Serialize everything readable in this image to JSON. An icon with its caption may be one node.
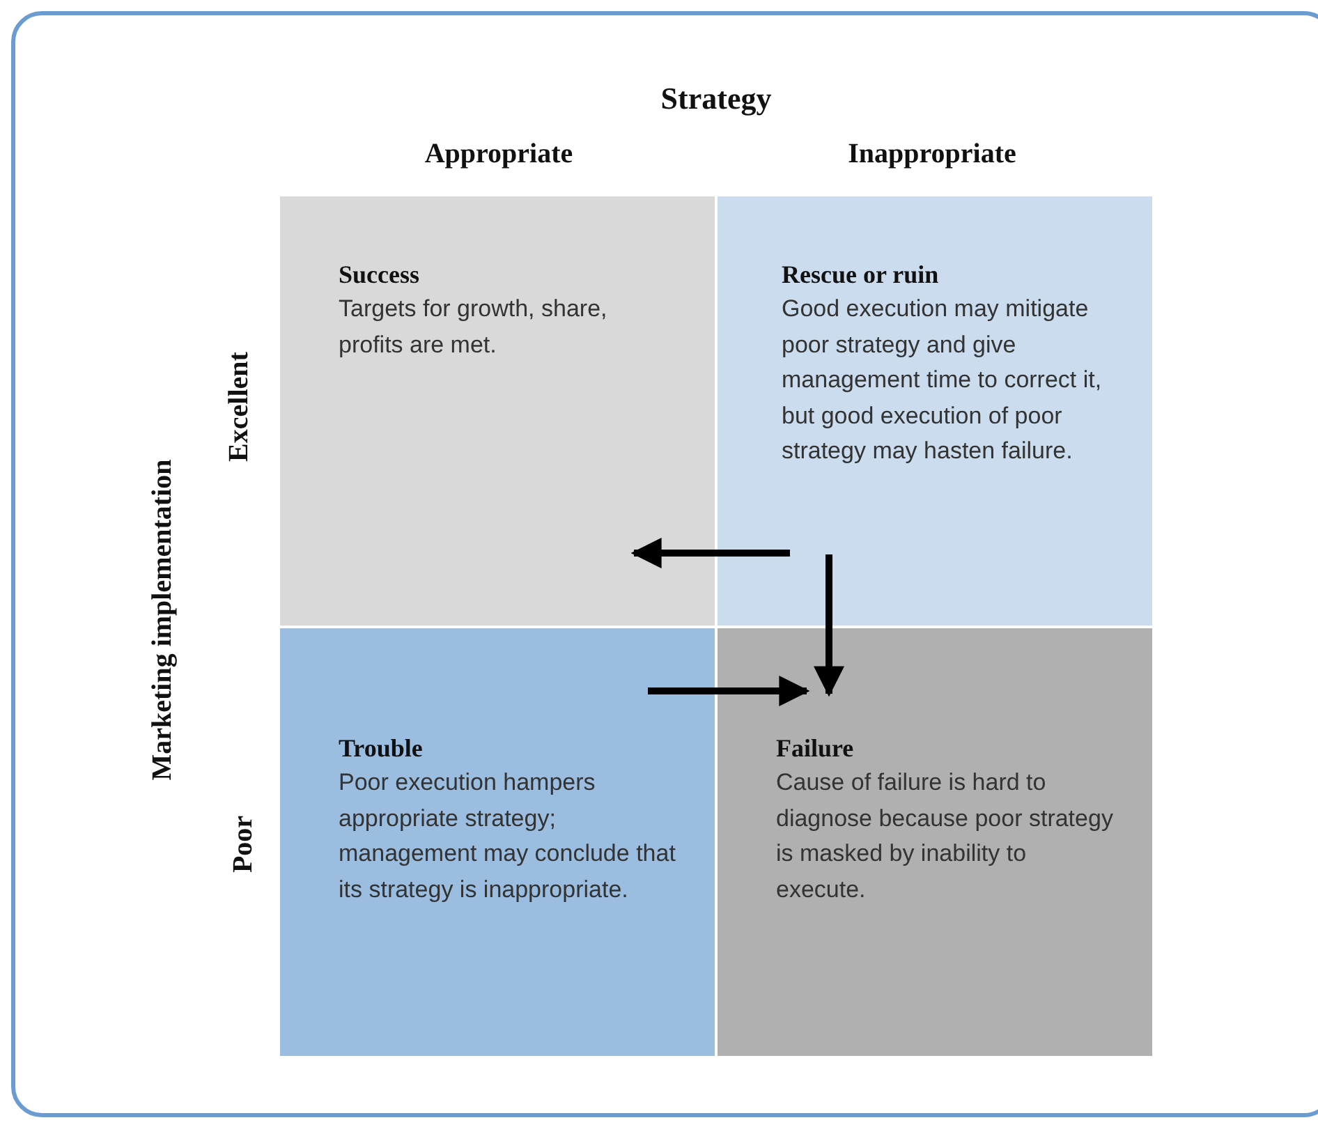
{
  "diagram": {
    "nodes": [
      {
        "text": [
          "Success",
          "Targets for growth, share, profits are met."
        ]
      },
      {
        "text": [
          "Rescue or ruin",
          "Good execution may mitigate poor strategy and give management time to correct it, but good execution of poor strategy may hasten  failure."
        ]
      },
      {
        "text": [
          "Trouble",
          "Poor execution hampers appropriate strategy; management may conclude that its strategy is inappropriate."
        ]
      },
      {
        "text": [
          "Failure",
          "Cause of failure is hard to diagnose because poor strategy is masked by inability to execute."
        ]
      }
    ],
    "edges": [
      {
        "from": 1,
        "to": 0,
        "arrow": "to"
      },
      {
        "from": 1,
        "to": 3,
        "arrow": "to"
      },
      {
        "from": 2,
        "to": 3,
        "arrow": "to"
      }
    ],
    "labels": [
      "Strategy",
      "Appropriate",
      "Inappropriate",
      "Marketing implementation",
      "Excellent",
      "Poor"
    ]
  }
}
